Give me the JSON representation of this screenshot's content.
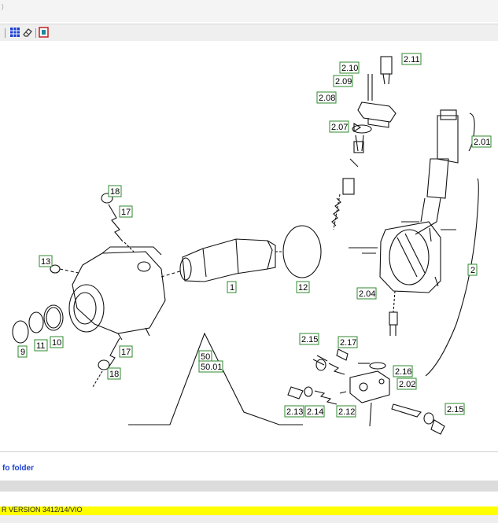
{
  "window": {
    "title_fragment": ")"
  },
  "toolbar": {
    "buttons": [
      {
        "icon": "grid-icon",
        "color": "#1a3fd0"
      },
      {
        "icon": "eraser-icon",
        "color": "#333333"
      },
      {
        "icon": "bookmark-icon",
        "color": "#c02020"
      }
    ]
  },
  "diagram": {
    "callouts": [
      "2.11",
      "2.10",
      "2.09",
      "2.08",
      "2.07",
      "2.01",
      "18",
      "17",
      "13",
      "1",
      "12",
      "2",
      "2.04",
      "9",
      "11",
      "10",
      "17",
      "18",
      "50",
      "50.01",
      "2.15",
      "2.17",
      "2.16",
      "2.02",
      "2.13",
      "2.14",
      "2.12",
      "2.15"
    ]
  },
  "footer": {
    "info_link": "fo folder",
    "version": "R VERSION 3412/14/VIO"
  },
  "colors": {
    "callout_border": "#2d8a2d",
    "link": "#1a3fd0",
    "version_bar": "#ffff00"
  }
}
